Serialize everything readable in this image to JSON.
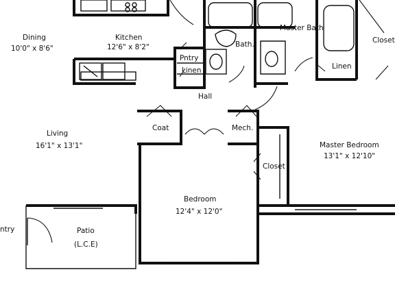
{
  "rooms": {
    "dining": {
      "name": "Dining",
      "size": "10'0\" x 8'6\""
    },
    "kitchen": {
      "name": "Kitchen",
      "size": "12'6\" x 8'2\""
    },
    "pntry": {
      "name": "Pntry"
    },
    "linen_hall": {
      "name": "Linen"
    },
    "bath": {
      "name": "Bath."
    },
    "master_bath": {
      "name": "Master Bath"
    },
    "closet_top": {
      "name": "Closet"
    },
    "linen_master": {
      "name": "Linen"
    },
    "hall": {
      "name": "Hall"
    },
    "coat": {
      "name": "Coat"
    },
    "mech": {
      "name": "Mech."
    },
    "living": {
      "name": "Living",
      "size": "16'1\" x 13'1\""
    },
    "master_bedroom": {
      "name": "Master Bedroom",
      "size": "13'1\" x 12'10\""
    },
    "closet_bed": {
      "name": "Closet"
    },
    "bedroom": {
      "name": "Bedroom",
      "size": "12'4\" x 12'0\""
    },
    "patio": {
      "name": "Patio",
      "note": "(L.C.E)"
    },
    "entry": {
      "name": "ntry"
    }
  }
}
